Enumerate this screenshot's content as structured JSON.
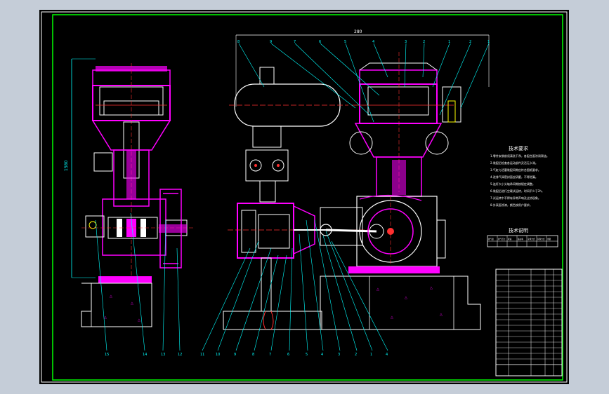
{
  "drawing": {
    "dimension_width": "280",
    "dimension_height": "1580",
    "tech_req_title": "技术要求",
    "tech_req_lines": [
      "1.零件安装前须清洗干净，各配合面涂润滑油。",
      "2.装配后检查各运动部件灵活无卡滞。",
      "3.气缸与活塞装配间隙应符合图纸要求。",
      "4.进排气阀密封面应研磨，不得泄漏。",
      "5.连杆大小头轴承间隙按规定调整。",
      "6.装配后进行空载试运转，时间不少于2h。",
      "7.试运转中不得有异常声响及过热现象。",
      "8.外表面涂漆，颜色按用户要求。"
    ],
    "perf_title": "技术说明",
    "perf_headers": [
      "排气量",
      "排气压力",
      "转速",
      "轴功率",
      "冷却方式",
      "润滑方式",
      "重量"
    ],
    "part_callouts_top": [
      "8",
      "9",
      "7",
      "6",
      "5",
      "4",
      "3",
      "2",
      "1",
      "2",
      "1"
    ],
    "part_callouts_bottom": [
      "15",
      "14",
      "13",
      "12",
      "11",
      "10",
      "9",
      "8",
      "7",
      "6",
      "5",
      "4",
      "3",
      "2",
      "1",
      "4"
    ],
    "bom_rows": 17
  },
  "colors": {
    "sheet": "#000000",
    "border": "#00ff00",
    "outline": "#ffffff",
    "magenta": "#ff00ff",
    "cyan": "#00ffff",
    "red": "#ff3030",
    "yellow": "#ffff00"
  }
}
